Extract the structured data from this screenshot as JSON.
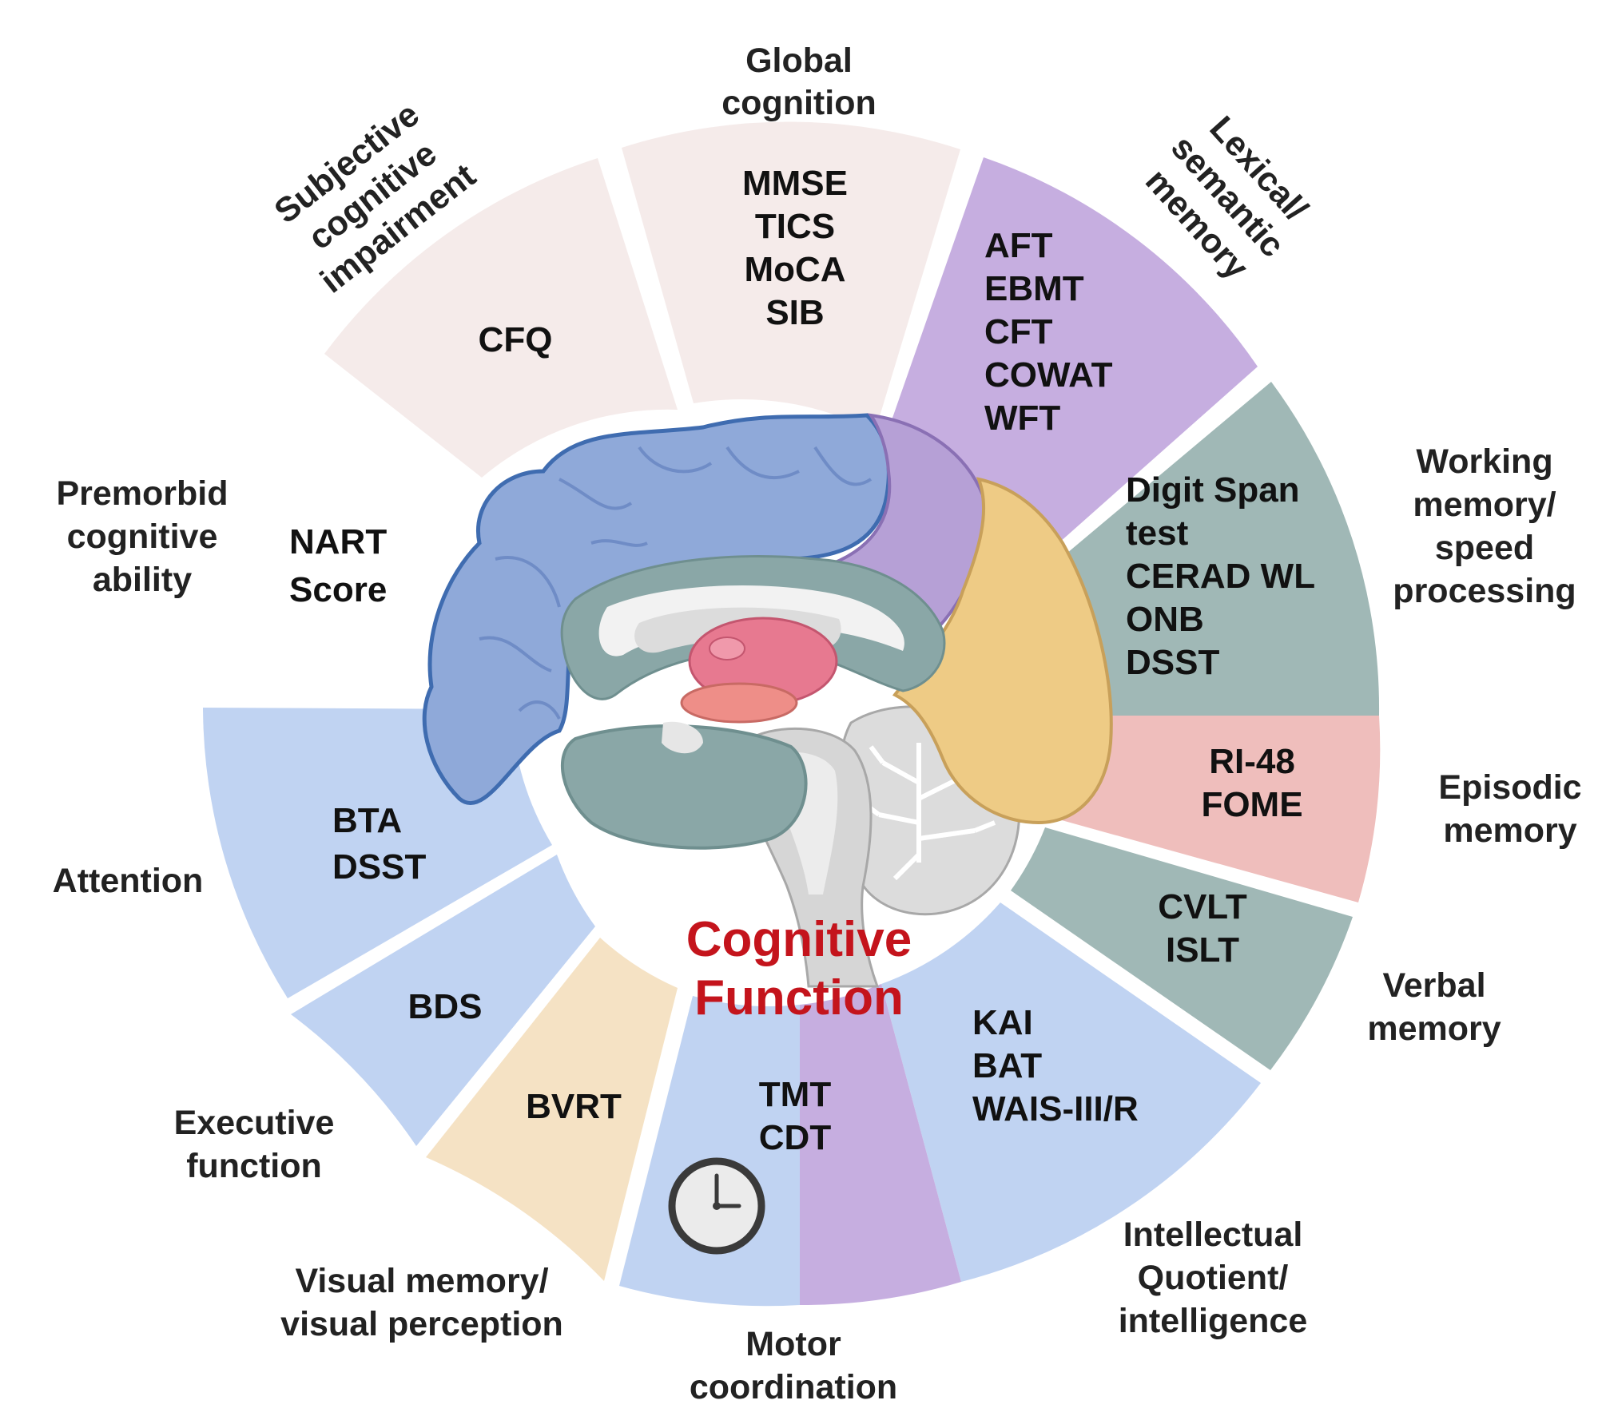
{
  "title_line1": "Cognitive",
  "title_line2": "Function",
  "colors": {
    "pink": "#f5ebea",
    "purple": "#c6aee0",
    "teal": "#a0b8b6",
    "rose": "#efbebc",
    "blue": "#c0d3f2",
    "peach": "#f5e2c4",
    "brain_blue": "#8fa9d9",
    "brain_purple": "#b6a0d6",
    "brain_yellow": "#eecb85",
    "brain_teal": "#8aa7a7",
    "title_red": "#c4141c"
  },
  "domains": [
    {
      "name": "subjective",
      "label": [
        "Subjective",
        "cognitive",
        "impairment"
      ],
      "tests": [
        "CFQ"
      ]
    },
    {
      "name": "global",
      "label": [
        "Global",
        "cognition"
      ],
      "tests": [
        "MMSE",
        "TICS",
        "MoCA",
        "SIB"
      ]
    },
    {
      "name": "lexical",
      "label": [
        "Lexical/",
        "semantic",
        "memory"
      ],
      "tests": [
        "AFT",
        "EBMT",
        "CFT",
        "COWAT",
        "WFT"
      ]
    },
    {
      "name": "working",
      "label": [
        "Working",
        "memory/",
        "speed",
        "processing"
      ],
      "tests": [
        "Digit Span",
        "test",
        "CERAD WL",
        "ONB",
        "DSST"
      ]
    },
    {
      "name": "episodic",
      "label": [
        "Episodic",
        "memory"
      ],
      "tests": [
        "RI-48",
        "FOME"
      ]
    },
    {
      "name": "verbal",
      "label": [
        "Verbal",
        "memory"
      ],
      "tests": [
        "CVLT",
        "ISLT"
      ]
    },
    {
      "name": "intellectual",
      "label": [
        "Intellectual",
        "Quotient/",
        "intelligence"
      ],
      "tests": [
        "KAI",
        "BAT",
        "WAIS-III/R"
      ]
    },
    {
      "name": "motor",
      "label": [
        "Motor",
        "coordination"
      ],
      "tests": [
        "TMT",
        "CDT"
      ]
    },
    {
      "name": "visual",
      "label": [
        "Visual memory/",
        "visual perception"
      ],
      "tests": [
        "BVRT"
      ]
    },
    {
      "name": "executive",
      "label": [
        "Executive",
        "function"
      ],
      "tests": [
        "BDS"
      ]
    },
    {
      "name": "attention",
      "label": [
        "Attention"
      ],
      "tests": [
        "BTA",
        "DSST"
      ]
    },
    {
      "name": "premorbid",
      "label": [
        "Premorbid",
        "cognitive",
        "ability"
      ],
      "tests": [
        "NART",
        "Score"
      ]
    }
  ]
}
